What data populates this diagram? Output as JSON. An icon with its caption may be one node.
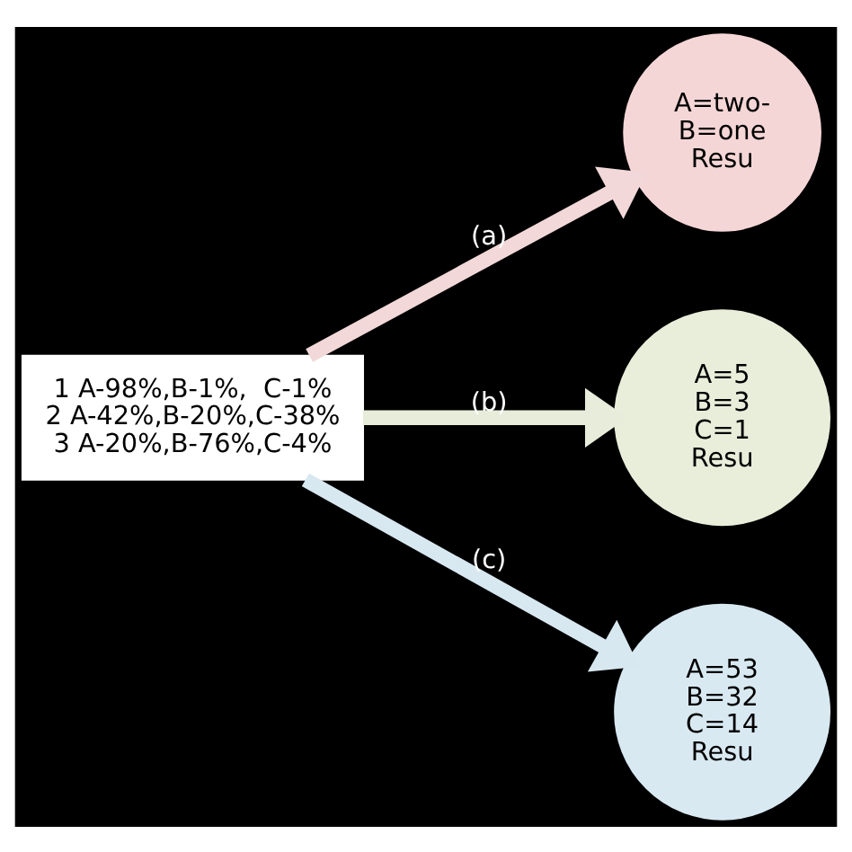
{
  "diagram": {
    "nodes": [
      {
        "text": [
          "1 A-98%,B-1%,  C-1%",
          "2 A-42%,B-20%,C-38%",
          "3 A-20%,B-76%,C-4%"
        ]
      },
      {
        "text": [
          "A=two-",
          "B=one",
          "Resu"
        ]
      },
      {
        "text": [
          "A=5",
          "B=3",
          "C=1",
          "Resu"
        ]
      },
      {
        "text": [
          "A=53",
          "B=32",
          "C=14",
          "Resu"
        ]
      }
    ],
    "edges": [
      {
        "from": 0,
        "to": 1,
        "arrow": "to",
        "label": "(a)",
        "color": "#f2d8d8"
      },
      {
        "from": 0,
        "to": 2,
        "arrow": "to",
        "label": "(b)",
        "color": "#e8eddb"
      },
      {
        "from": 0,
        "to": 3,
        "arrow": "to",
        "label": "(c)",
        "color": "#d8e8f0"
      }
    ]
  }
}
